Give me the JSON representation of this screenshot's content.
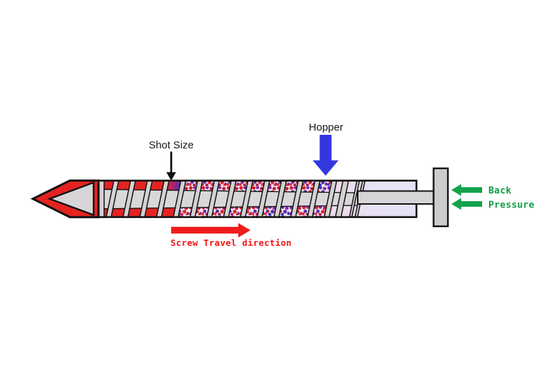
{
  "labels": {
    "shot_size": "Shot Size",
    "hopper": "Hopper",
    "back": "Back",
    "pressure": "Pressure",
    "screw_travel_direction": "Screw Travel direction"
  },
  "colors": {
    "melt_red": "#E42320",
    "travel_arrow_red": "#EE1C1C",
    "travel_text_red": "#F61515",
    "hopper_blue": "#3437DE",
    "pressure_green": "#13A24C",
    "pressure_text_green": "#0E9C45",
    "label_text": "#161616",
    "barrel_fill": "#E6E1F4",
    "metal_gray": "#D6D4D7",
    "outline_black": "#111111"
  }
}
